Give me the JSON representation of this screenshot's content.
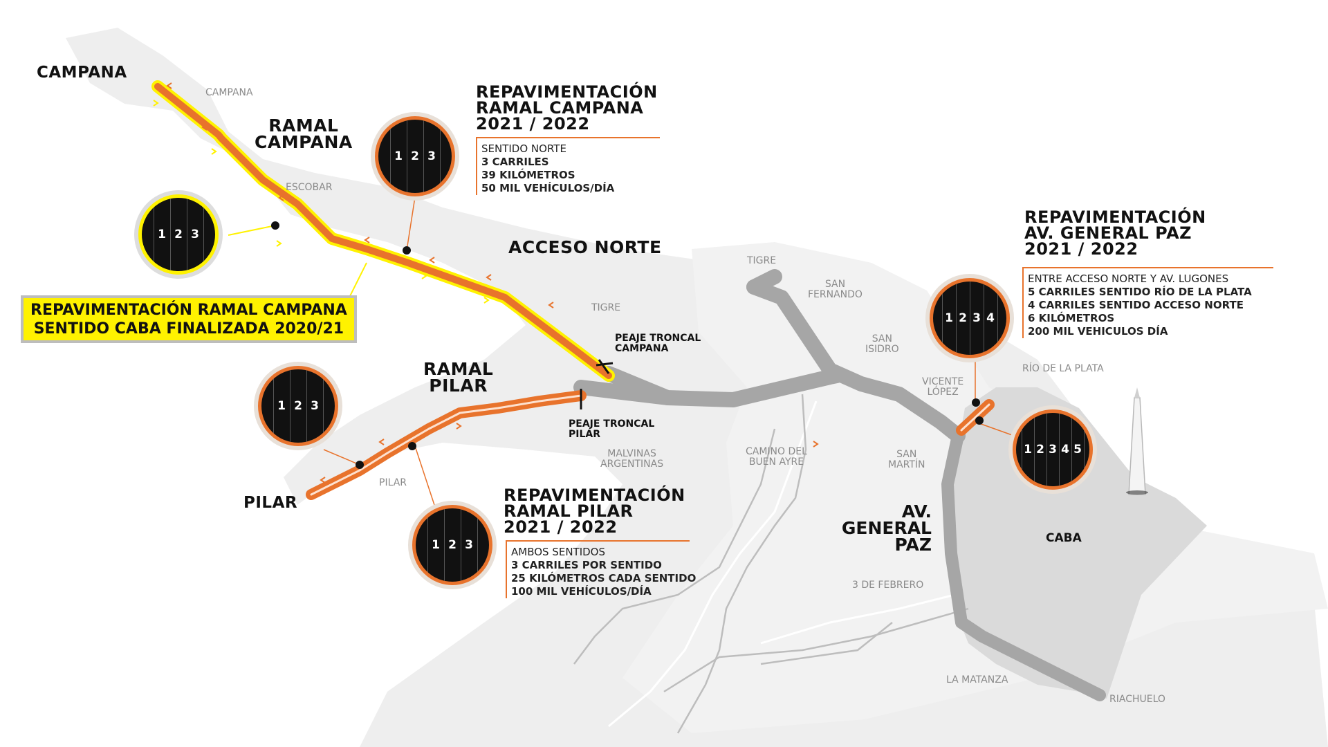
{
  "cities": {
    "campana": "CAMPANA",
    "pilar": "PILAR"
  },
  "roads": {
    "ramal_campana": [
      "RAMAL",
      "CAMPANA"
    ],
    "ramal_pilar": [
      "RAMAL",
      "PILAR"
    ],
    "acceso_norte": "ACCESO NORTE",
    "gral_paz": [
      "AV.",
      "GENERAL",
      "PAZ"
    ]
  },
  "places": {
    "campana": "CAMPANA",
    "escobar": "ESCOBAR",
    "tigre1": "TIGRE",
    "tigre2": "TIGRE",
    "san_fernando": [
      "SAN",
      "FERNANDO"
    ],
    "san_isidro": [
      "SAN",
      "ISIDRO"
    ],
    "vicente_lopez": [
      "VICENTE",
      "LÓPEZ"
    ],
    "rio": "RÍO DE LA PLATA",
    "san_martin": [
      "SAN",
      "MARTÍN"
    ],
    "camino": [
      "CAMINO DEL",
      "BUEN AYRE"
    ],
    "malvinas": [
      "MALVINAS",
      "ARGENTINAS"
    ],
    "pilar": "PILAR",
    "tres_febrero": "3 DE FEBRERO",
    "la_matanza": "LA MATANZA",
    "riachuelo": "RIACHUELO",
    "caba": "CABA"
  },
  "tolls": {
    "campana": [
      "PEAJE TRONCAL",
      "CAMPANA"
    ],
    "pilar": [
      "PEAJE TRONCAL",
      "PILAR"
    ]
  },
  "panels": {
    "campana": {
      "title": [
        "REPAVIMENTACIÓN",
        "RAMAL CAMPANA",
        "2021 / 2022"
      ],
      "lines": [
        "SENTIDO NORTE",
        "3 CARRILES",
        "39 KILÓMETROS",
        "50 MIL VEHÍCULOS/DÍA"
      ]
    },
    "pilar": {
      "title": [
        "REPAVIMENTACIÓN",
        "RAMAL PILAR",
        "2021 / 2022"
      ],
      "lines": [
        "AMBOS SENTIDOS",
        "3 CARRILES POR SENTIDO",
        "25 KILÓMETROS CADA SENTIDO",
        "100 MIL VEHÍCULOS/DÍA"
      ]
    },
    "gral_paz": {
      "title": [
        "REPAVIMENTACIÓN",
        "AV. GENERAL PAZ",
        "2021 / 2022"
      ],
      "lines": [
        "ENTRE ACCESO NORTE Y AV. LUGONES",
        "5 CARRILES SENTIDO RÍO DE LA PLATA",
        "4 CARRILES SENTIDO ACCESO NORTE",
        "6 KILÓMETROS",
        "200 MIL VEHICULOS DÍA"
      ]
    }
  },
  "banner": [
    "REPAVIMENTACIÓN RAMAL CAMPANA",
    "SENTIDO CABA FINALIZADA 2020/21"
  ],
  "lane_circles": [
    {
      "name": "lanes-campana-top",
      "lanes": [
        "1",
        "2",
        "3"
      ]
    },
    {
      "name": "lanes-campana-left",
      "lanes": [
        "1",
        "2",
        "3"
      ]
    },
    {
      "name": "lanes-pilar-top",
      "lanes": [
        "1",
        "2",
        "3"
      ]
    },
    {
      "name": "lanes-pilar-bottom",
      "lanes": [
        "1",
        "2",
        "3"
      ]
    },
    {
      "name": "lanes-gralpaz-4",
      "lanes": [
        "1",
        "2",
        "3",
        "4"
      ]
    },
    {
      "name": "lanes-gralpaz-5",
      "lanes": [
        "1",
        "2",
        "3",
        "4",
        "5"
      ]
    }
  ],
  "colors": {
    "road_gray": "#a6a6a6",
    "orange": "#e8732c",
    "yellow": "#fff200",
    "land": "#ececec",
    "caba_fill": "#dcdcdc"
  }
}
